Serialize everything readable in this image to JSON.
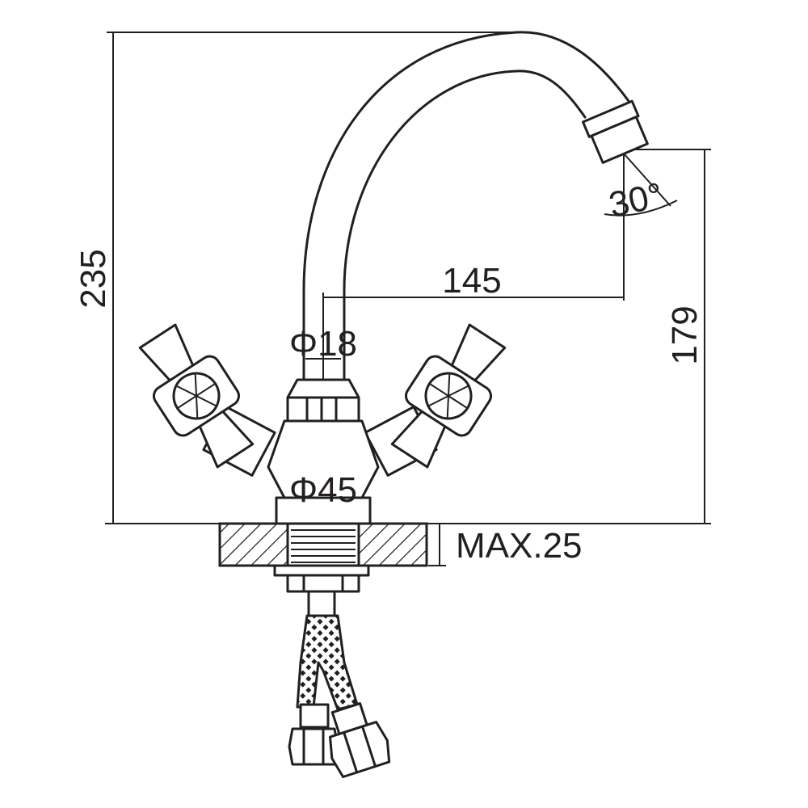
{
  "drawing": {
    "dimensions": {
      "overall_height": "235",
      "spout_height": "179",
      "spout_reach": "145",
      "spout_diameter": "Φ18",
      "base_diameter": "Φ45",
      "max_counter_thickness": "MAX.25",
      "spout_angle": "30°"
    }
  },
  "colors": {
    "line": "#231f20",
    "background": "#ffffff"
  }
}
